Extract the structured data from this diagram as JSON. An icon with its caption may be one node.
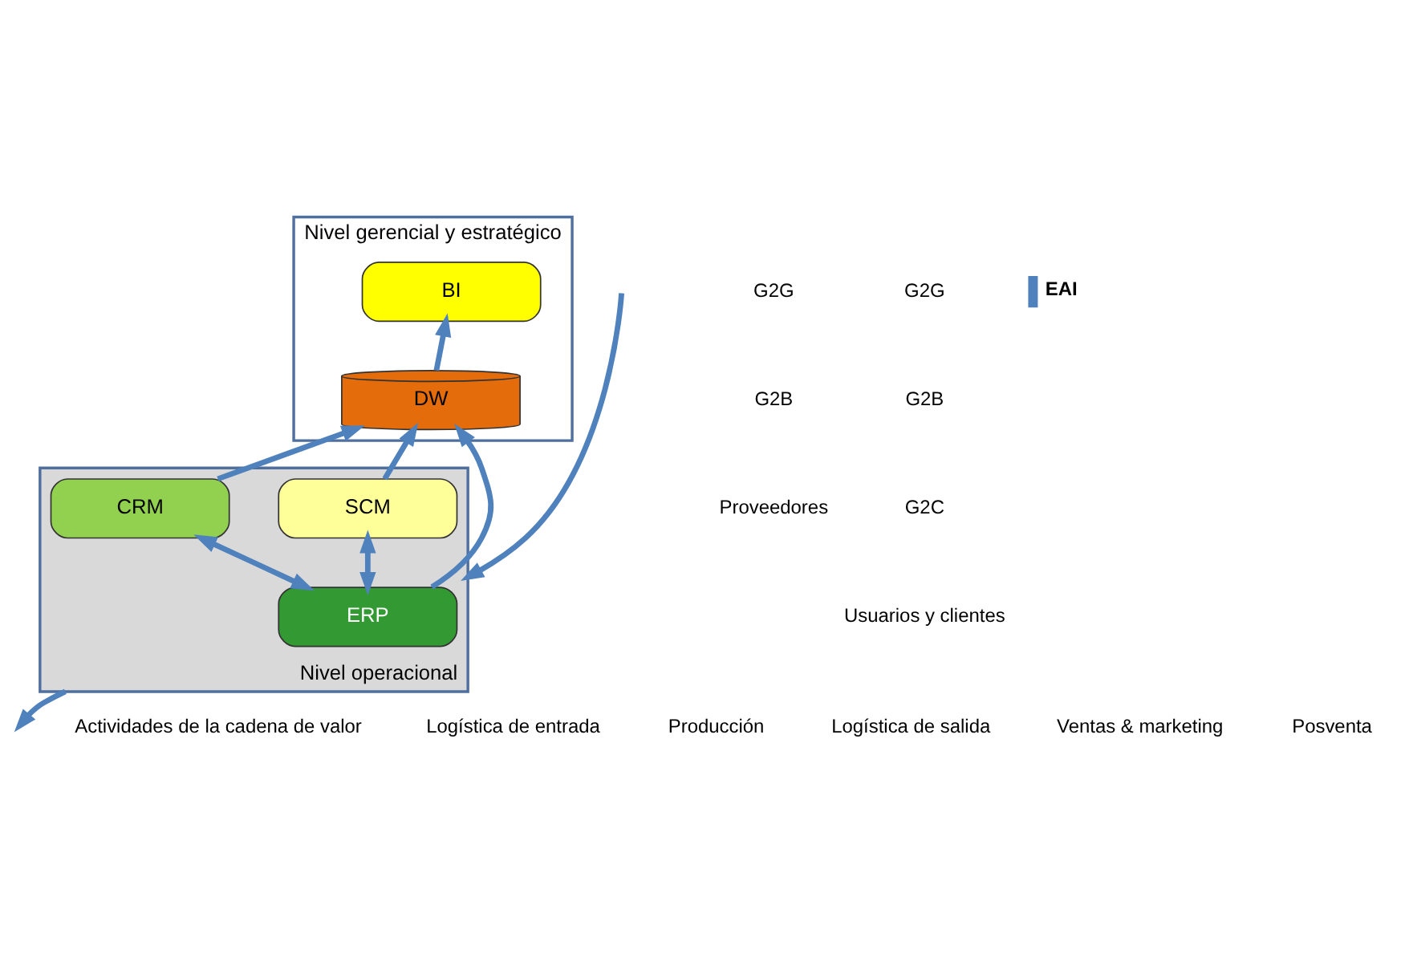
{
  "diagram": {
    "nodes": [
      {
        "text": [
          "Nivel gerencial y estratégico"
        ]
      },
      {
        "text": [
          "BI"
        ],
        "in": 0
      },
      {
        "text": [
          "DW"
        ],
        "in": 0
      },
      {
        "text": [
          "Nivel operacional"
        ]
      },
      {
        "text": [
          "SCM"
        ],
        "in": 3
      },
      {
        "text": [
          "CRM"
        ],
        "in": 3
      },
      {
        "text": [
          "ERP"
        ],
        "in": 3
      }
    ],
    "edges": [
      {
        "from": 2,
        "to": 1,
        "arrow": "to"
      },
      {
        "from": 4,
        "to": 2,
        "arrow": "to"
      },
      {
        "from": 6,
        "to": 2,
        "arrow": "to"
      },
      {
        "from": 5,
        "to": 2,
        "arrow": "to"
      },
      {
        "from": 4,
        "to": 6,
        "arrow": "both"
      },
      {
        "from": 6,
        "to": 5,
        "arrow": "both"
      },
      {
        "from": null,
        "to": 3,
        "arrow": "to"
      },
      {
        "from": 3,
        "to": null,
        "arrow": "to"
      }
    ],
    "labels": [
      "G2G",
      "G2B",
      "Proveedores",
      "G2G",
      "G2B",
      "G2C",
      "Usuarios y clientes",
      "Actividades de la cadena de valor",
      "Logística de entrada",
      "Producción",
      "Logística de salida",
      "Ventas & marketing",
      "Posventa"
    ],
    "legend": [
      {
        "text": "EAI"
      }
    ]
  }
}
